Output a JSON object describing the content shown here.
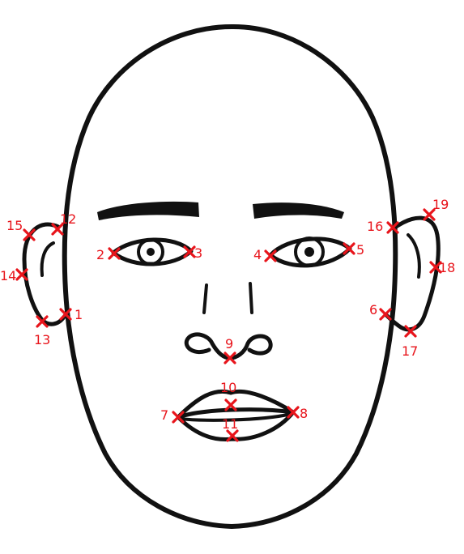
{
  "colors": {
    "line": "#111111",
    "marker": "#e8141b",
    "background": "#ffffff"
  },
  "landmarks": [
    {
      "label": "1"
    },
    {
      "label": "2"
    },
    {
      "label": "3"
    },
    {
      "label": "4"
    },
    {
      "label": "5"
    },
    {
      "label": "6"
    },
    {
      "label": "7"
    },
    {
      "label": "8"
    },
    {
      "label": "9"
    },
    {
      "label": "10"
    },
    {
      "label": "11"
    },
    {
      "label": "12"
    },
    {
      "label": "13"
    },
    {
      "label": "14"
    },
    {
      "label": "15"
    },
    {
      "label": "16"
    },
    {
      "label": "17"
    },
    {
      "label": "18"
    },
    {
      "label": "19"
    }
  ]
}
